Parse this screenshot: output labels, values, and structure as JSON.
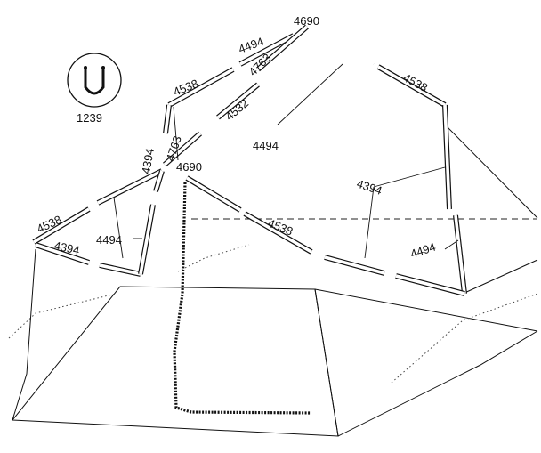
{
  "labels": {
    "peak": "4690",
    "center": "4690",
    "part_4494_top": "4494",
    "part_4763_top": "4763",
    "part_4538_upper_left": "4538",
    "part_4532": "4532",
    "part_4538_right": "4538",
    "part_4394_left": "4394",
    "part_4763_mid": "4763",
    "part_4494_center": "4494",
    "part_4394_right": "4394",
    "part_4538_center": "4538",
    "part_4494_right": "4494",
    "part_4538_left": "4538",
    "part_4394_bottom_left": "4394",
    "part_4494_left": "4494",
    "inset_part": "1239"
  }
}
